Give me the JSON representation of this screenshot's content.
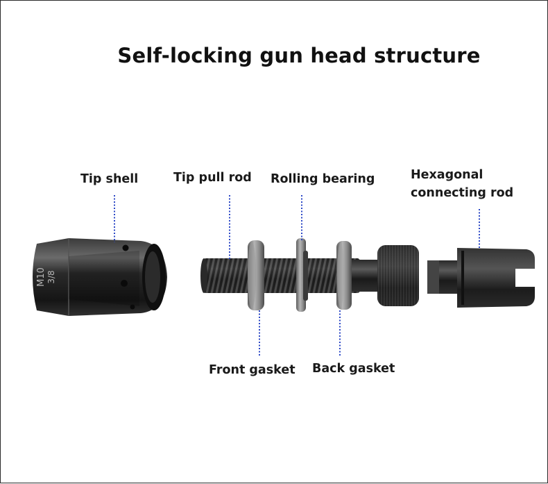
{
  "title": "Self-locking gun head structure",
  "labels": {
    "tip_shell": "Tip shell",
    "tip_pull_rod": "Tip pull rod",
    "rolling_bearing": "Rolling bearing",
    "hexagonal_line1": "Hexagonal",
    "hexagonal_line2": "connecting rod",
    "front_gasket": "Front gasket",
    "back_gasket": "Back gasket"
  },
  "engraving": {
    "line1": "M10",
    "line2": "3/8"
  },
  "colors": {
    "leader": "#2b47c6",
    "metal_dark": "#1d1d1d",
    "washer": "#8a8a8a"
  }
}
